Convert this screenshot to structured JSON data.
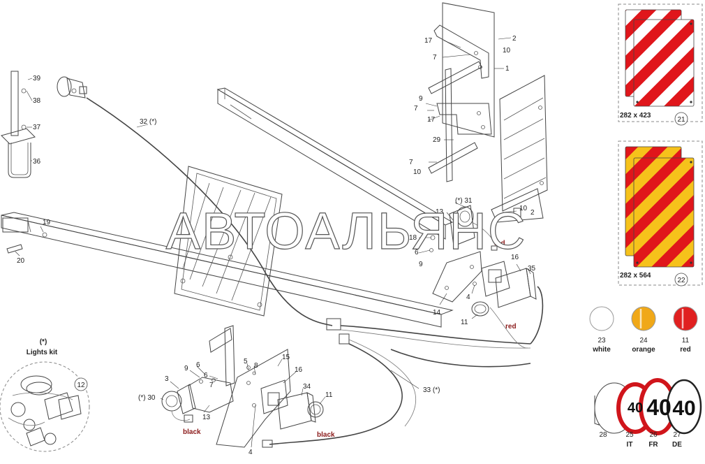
{
  "watermark": "АВТОАЛЬЯНС",
  "callouts": {
    "c1": "1",
    "c2": "2",
    "c2b": "2",
    "c3": "3",
    "c4a": "4",
    "c4b": "4",
    "c5": "5",
    "c6a": "6",
    "c6b": "6",
    "c6c": "6",
    "c7a": "7",
    "c7b": "7",
    "c7c": "7",
    "c7d": "7",
    "c8": "8",
    "c9a": "9",
    "c9b": "9",
    "c9c": "9",
    "c10a": "10",
    "c10b": "10",
    "c10c": "10",
    "c11a": "11",
    "c11b": "11",
    "c13a": "13",
    "c13b": "13",
    "c14": "14",
    "c15": "15",
    "c16a": "16",
    "c16b": "16",
    "c17a": "17",
    "c17b": "17",
    "c18": "18",
    "c19": "19",
    "c20": "20",
    "c29": "29",
    "c30": "(*) 30",
    "c31": "(*) 31",
    "c32": "32 (*)",
    "c33": "33 (*)",
    "c34": "34",
    "c35": "35",
    "c36": "36",
    "c37": "37",
    "c38": "38",
    "c39": "39"
  },
  "colors_words": {
    "red1": "red",
    "red2": "red",
    "black1": "black",
    "black2": "black"
  },
  "lights_kit": {
    "star": "(*)",
    "title": "Lights kit",
    "number": "12"
  },
  "warning_plates": [
    {
      "size": "282 x 423",
      "number": "21"
    },
    {
      "size": "282 x 564",
      "number": "22"
    }
  ],
  "reflectors": [
    {
      "number": "23",
      "label": "white",
      "color": "#ffffff"
    },
    {
      "number": "24",
      "label": "orange",
      "color": "#f0a818"
    },
    {
      "number": "11",
      "label": "red",
      "color": "#e02020"
    }
  ],
  "speed_signs": {
    "holder_number": "28",
    "signs": [
      {
        "number": "25",
        "country": "IT",
        "value": "40"
      },
      {
        "number": "26",
        "country": "FR",
        "value": "40"
      },
      {
        "number": "27",
        "country": "DE",
        "value": "40"
      }
    ]
  }
}
